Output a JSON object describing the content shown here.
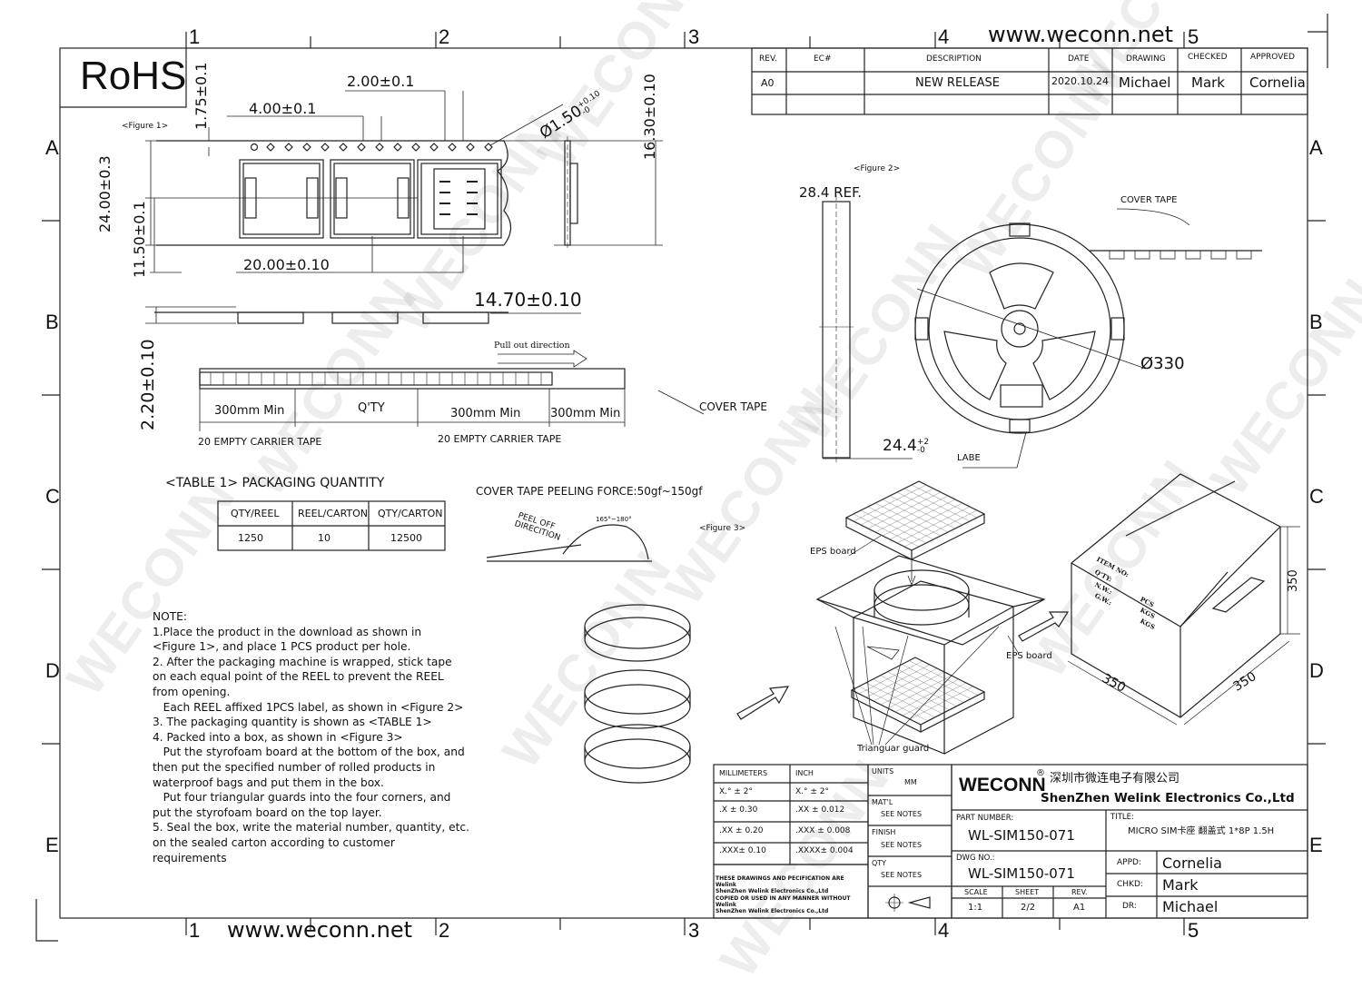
{
  "website": "www.weconn.net",
  "rohs": "RoHS",
  "zone_columns": [
    "1",
    "2",
    "3",
    "4",
    "5"
  ],
  "zone_rows": [
    "A",
    "B",
    "C",
    "D",
    "E"
  ],
  "watermark": "WECONN",
  "revision_table": {
    "headers": [
      "REV.",
      "EC#",
      "DESCRIPTION",
      "DATE",
      "DRAWING",
      "CHECKED",
      "APPROVED"
    ],
    "row": [
      "A0",
      "",
      "NEW RELEASE",
      "2020.10.24",
      "Michael",
      "Mark",
      "Cornelia"
    ]
  },
  "figure1": {
    "label": "<Figure 1>",
    "dims": {
      "pitch_small": "2.00±0.1",
      "pitch": "4.00±0.1",
      "edge": "1.75±0.1",
      "hole": "Ø1.50",
      "hole_tol_plus": "+0.10",
      "hole_tol_minus": "-0",
      "row_height": "16.30±0.10",
      "width": "24.00±0.3",
      "center": "11.50±0.1",
      "pocket_pitch": "20.00±0.10",
      "thickness": "14.70±0.10",
      "depth": "2.20±0.10"
    },
    "pull_out": "Pull out direction",
    "cover_tape": "COVER TAPE",
    "tape_segments": [
      "300mm  Min",
      "Q'TY",
      "300mm Min",
      "300mm Min"
    ],
    "empty_tape": [
      "20 EMPTY CARRIER TAPE",
      "20 EMPTY CARRIER TAPE"
    ]
  },
  "figure2": {
    "label": "<Figure 2>",
    "ref": "28.4 REF.",
    "cover_tape": "COVER TAPE",
    "diameter": "Ø330",
    "hub_width": "24.4",
    "hub_tol_plus": "+2",
    "hub_tol_minus": "-0",
    "label_tag": "LABE"
  },
  "table1": {
    "title": "<TABLE 1> PACKAGING QUANTITY",
    "headers": [
      "QTY/REEL",
      "REEL/CARTON",
      "QTY/CARTON"
    ],
    "values": [
      "1250",
      "10",
      "12500"
    ]
  },
  "peel": {
    "title": "COVER TAPE PEELING FORCE:50gf~150gf",
    "direction_line1": "PEEL OFF",
    "direction_line2": "DIRECITION",
    "angle": "165°~180°"
  },
  "figure3": {
    "label": "<Figure 3>",
    "eps_top": "EPS board",
    "eps_bottom": "EPS board",
    "guard": "Trianguar guard",
    "box_fields": [
      "ITEM NO:",
      "Q'TY:",
      "N.W.:",
      "G.W.:"
    ],
    "box_units": [
      "PCS",
      "KGS",
      "KGS"
    ],
    "box_dims": [
      "350",
      "350",
      "350"
    ]
  },
  "notes": [
    "NOTE:",
    "1.Place the product in the download as shown in",
    "<Figure 1>, and place 1 PCS product per hole.",
    "2. After the packaging machine is wrapped, stick tape",
    "on each equal point of the REEL to prevent the REEL",
    "from opening.",
    "   Each REEL affixed 1PCS label, as shown in <Figure 2>",
    "3. The packaging quantity is shown as <TABLE 1>",
    "4. Packed into a box, as shown in <Figure 3>",
    "   Put the styrofoam board at the bottom of the box, and",
    "then put the specified number of rolled products in",
    "waterproof bags and put them in the box.",
    "   Put four triangular guards into the four corners, and",
    "put the styrofoam board on the top layer.",
    "5. Seal the box, write the material number, quantity, etc.",
    "on the sealed carton according to customer",
    "requirements"
  ],
  "tolerance": {
    "mm_header": "MILLIMETERS",
    "inch_header": "INCH",
    "mm": [
      "X.° ± 2°",
      ".X    ± 0.30",
      ".XX  ± 0.20",
      ".XXX± 0.10"
    ],
    "inch": [
      "X.° ± 2°",
      ".XX   ± 0.012",
      ".XXX  ± 0.008",
      ".XXXX± 0.004"
    ],
    "disclaimer": [
      "THESE DRAWINGS AND PECIFICATION  ARE Welink",
      "ShenZhen Welink Electronics Co.,Ltd",
      " COPIED OR USED IN ANY MANNER WITHOUT Welink",
      "ShenZhen Welink Electronics Co.,Ltd"
    ]
  },
  "spec": {
    "units_label": "UNITS",
    "units": "MM",
    "matl_label": "MAT'L",
    "matl": "SEE NOTES",
    "finish_label": "FINISH",
    "finish": "SEE NOTES",
    "qty_label": "QTY",
    "qty": "SEE NOTES"
  },
  "title_block": {
    "logo": "WECONN",
    "reg": "®",
    "company_cn": "深圳市微连电子有限公司",
    "company_en": "ShenZhen Welink Electronics Co.,Ltd",
    "part_number_label": "PART NUMBER:",
    "part_number": "WL-SIM150-071",
    "title_label": "TITLE:",
    "title": "MICRO SIM卡座 翻盖式 1*8P 1.5H",
    "dwg_label": "DWG NO.:",
    "dwg": "WL-SIM150-071",
    "scale_label": "SCALE",
    "scale": "1:1",
    "sheet_label": "SHEET",
    "sheet": "2/2",
    "rev_label": "REV.",
    "rev": "A1",
    "appd_label": "APPD:",
    "appd": "Cornelia",
    "chkd_label": "CHKD:",
    "chkd": "Mark",
    "dr_label": "DR:",
    "dr": "Michael"
  }
}
